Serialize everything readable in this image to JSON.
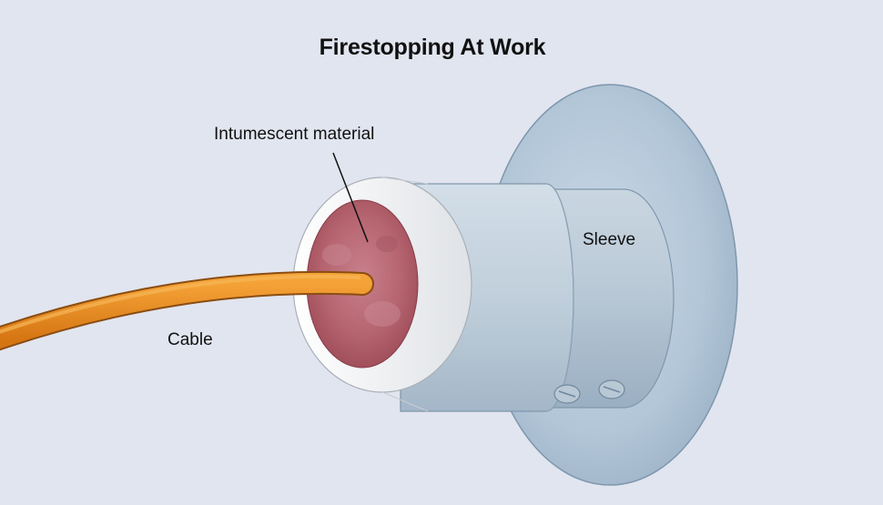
{
  "title": "Firestopping At Work",
  "labels": {
    "intumescent": "Intumescent material",
    "sleeve": "Sleeve",
    "cable": "Cable"
  },
  "colors": {
    "background": "#e1e5ef",
    "flange": "#b3c8dc",
    "sleeve": "#b4c7d6",
    "ring": "#f3f3f3",
    "intumescent": "#b06070",
    "cable": "#e6861c"
  }
}
